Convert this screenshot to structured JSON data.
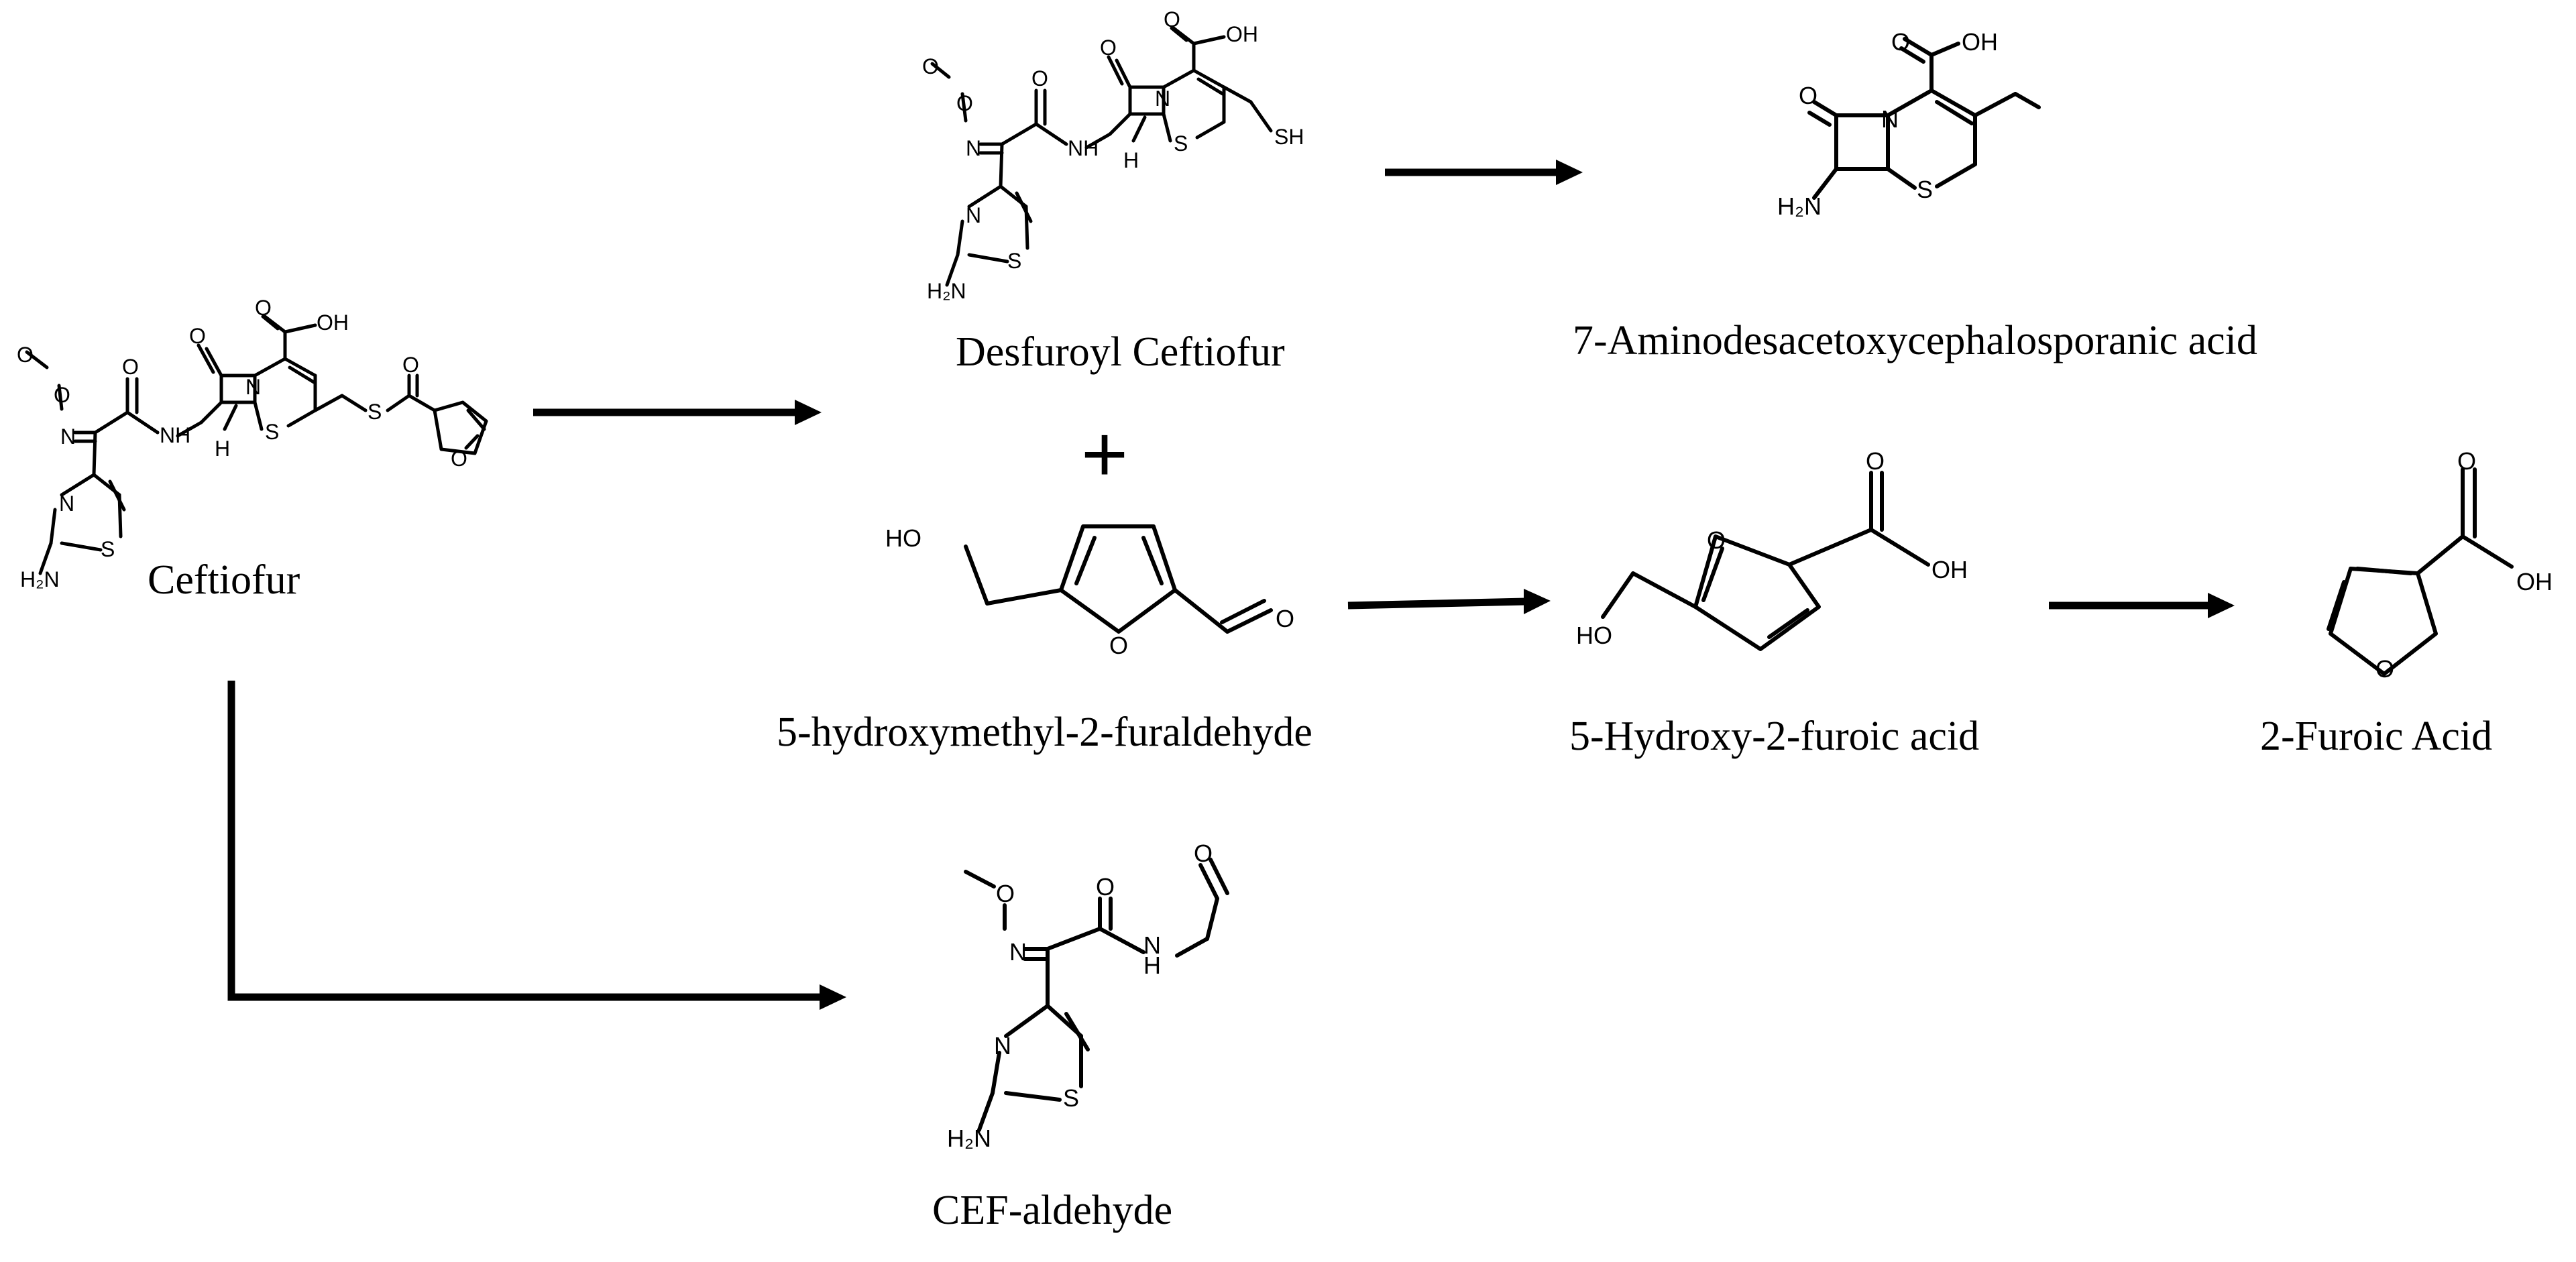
{
  "compounds": {
    "ceftiofur": "Ceftiofur",
    "desfuroyl": "Desfuroyl Ceftiofur",
    "adca": "7-Aminodesacetoxycephalosporanic acid",
    "hmf": "5-hydroxymethyl-2-furaldehyde",
    "hfa": "5-Hydroxy-2-furoic acid",
    "furoic": "2-Furoic Acid",
    "cef_aldehyde": "CEF-aldehyde"
  },
  "plus_sign": "+",
  "atoms": {
    "O": "O",
    "N": "N",
    "S": "S",
    "H": "H",
    "NH": "NH",
    "OH": "OH",
    "HO": "HO",
    "SH": "SH",
    "H2N": "H₂N"
  }
}
